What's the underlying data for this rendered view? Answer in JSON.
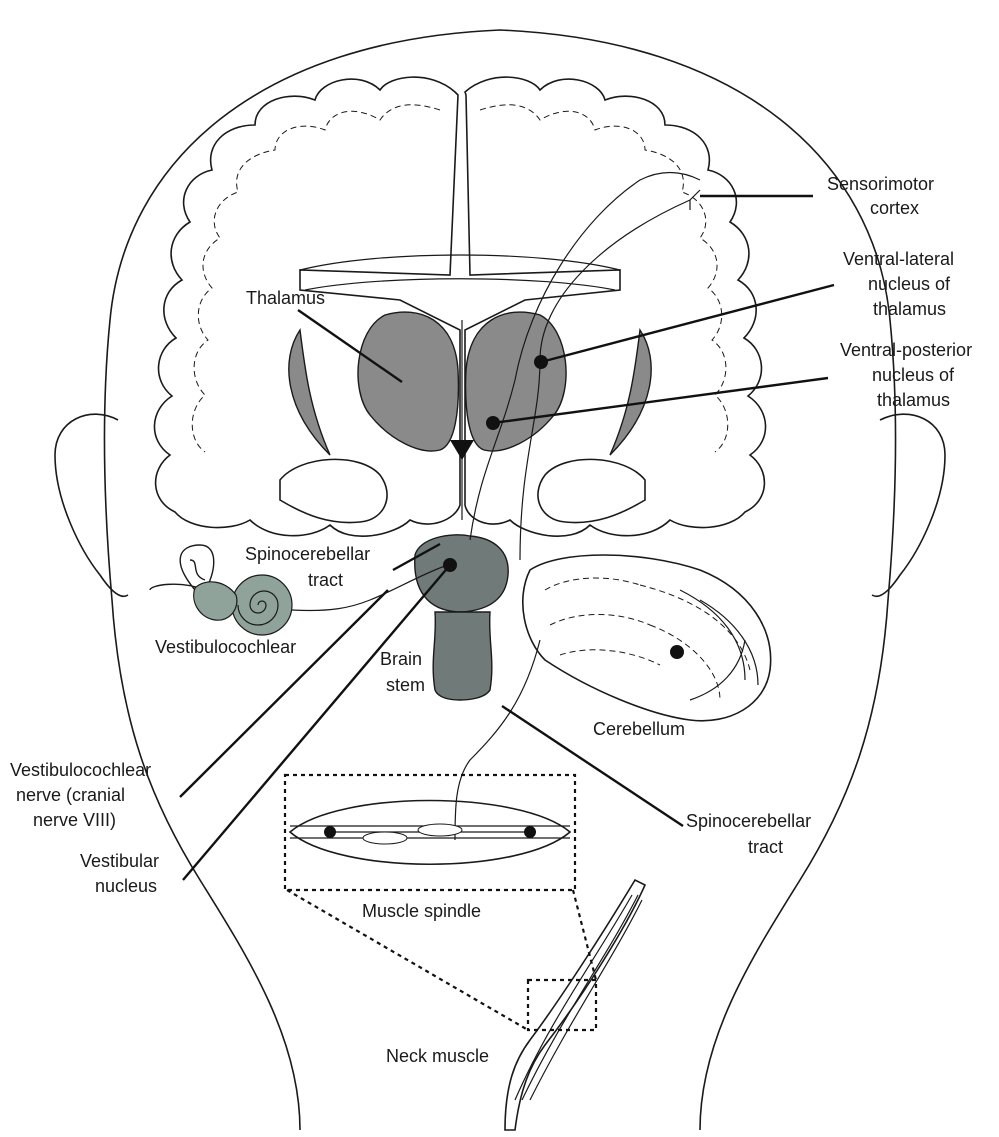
{
  "colors": {
    "structure_gray": "#8a8a8a",
    "inner_ear": "#8fa39b",
    "brainstem": "#707a78",
    "outline": "#1a1a1a"
  },
  "labels": {
    "sensorimotor_1": "Sensorimotor",
    "sensorimotor_2": "cortex",
    "vl_1": "Ventral-lateral",
    "vl_2": "nucleus of",
    "vl_3": "thalamus",
    "vp_1": "Ventral-posterior",
    "vp_2": "nucleus of",
    "vp_3": "thalamus",
    "thalamus": "Thalamus",
    "spinocerebellar_top_1": "Spinocerebellar",
    "spinocerebellar_top_2": "tract",
    "vestibulocochlear": "Vestibulocochlear",
    "brain_stem_1": "Brain",
    "brain_stem_2": "stem",
    "cerebellum": "Cerebellum",
    "vc_nerve_1": "Vestibulocochlear",
    "vc_nerve_2": "nerve (cranial",
    "vc_nerve_3": "nerve VIII)",
    "vest_nucleus_1": "Vestibular",
    "vest_nucleus_2": "nucleus",
    "spinocerebellar_bot_1": "Spinocerebellar",
    "spinocerebellar_bot_2": "tract",
    "muscle_spindle": "Muscle spindle",
    "neck_muscle": "Neck muscle"
  }
}
